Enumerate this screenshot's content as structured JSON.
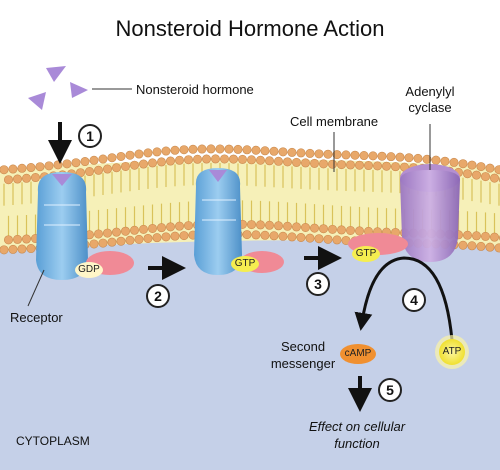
{
  "title": "Nonsteroid Hormone Action",
  "labels": {
    "hormone": "Nonsteroid hormone",
    "membrane": "Cell membrane",
    "adenylyl": "Adenylyl cyclase",
    "receptor": "Receptor",
    "second_messenger": "Second messenger",
    "effect": "Effect on cellular function",
    "cytoplasm": "CYTOPLASM"
  },
  "molecules": {
    "gdp": "GDP",
    "gtp": "GTP",
    "camp": "cAMP",
    "atp": "ATP"
  },
  "steps": [
    "1",
    "2",
    "3",
    "4",
    "5"
  ],
  "colors": {
    "cytoplasm": "#c5d0e8",
    "lipid_head": "#e8a86a",
    "receptor": "#6fb0e0",
    "g_protein": "#f08a96",
    "adenylyl": "#b48fd0",
    "hormone": "#a98ad8",
    "gtp": "#f5ee50",
    "camp": "#f09030",
    "atp": "#f5ee50"
  }
}
